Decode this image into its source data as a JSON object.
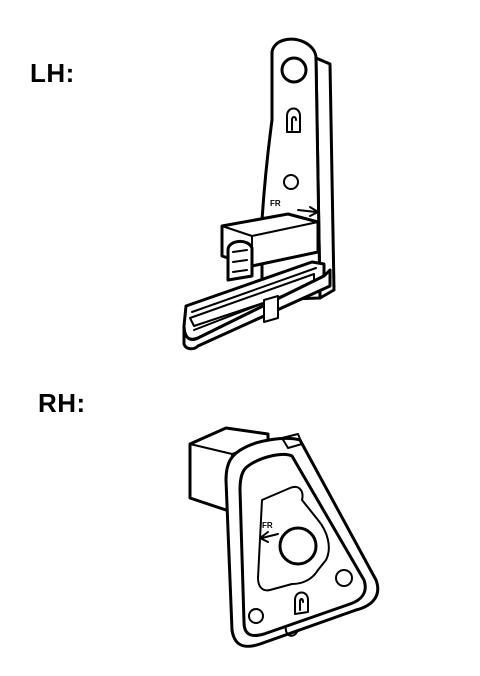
{
  "labels": {
    "lh": "LH:",
    "rh": "RH:"
  },
  "marks": {
    "lh_fr": "FR",
    "rh_fr": "FR"
  },
  "colors": {
    "line": "#000000",
    "background": "#ffffff"
  }
}
